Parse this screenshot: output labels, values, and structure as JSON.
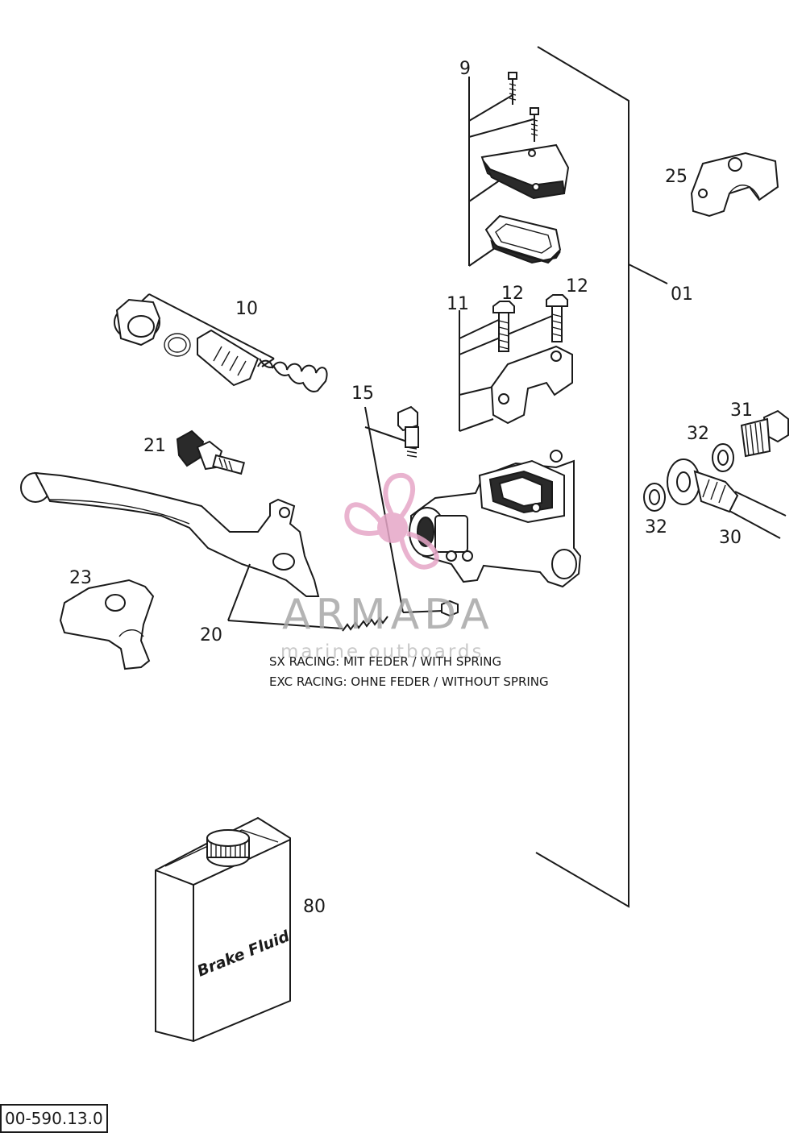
{
  "diagram": {
    "part_labels": {
      "p9": "9",
      "p25": "25",
      "p01": "01",
      "p10": "10",
      "p11": "11",
      "p12a": "12",
      "p12b": "12",
      "p15": "15",
      "p21": "21",
      "p31": "31",
      "p32a": "32",
      "p32b": "32",
      "p30": "30",
      "p23": "23",
      "p20": "20",
      "p80": "80"
    },
    "notes": {
      "sx_racing": "SX RACING: MIT FEDER / WITH SPRING",
      "exc_racing": "EXC RACING: OHNE FEDER / WITHOUT SPRING"
    },
    "bottle_label": "Brake Fluid",
    "drawing_code": "00-590.13.0"
  },
  "watermark": {
    "title": "ARMADA",
    "subtitle": "marine outboards",
    "logo_color": "#e6a6c7"
  }
}
